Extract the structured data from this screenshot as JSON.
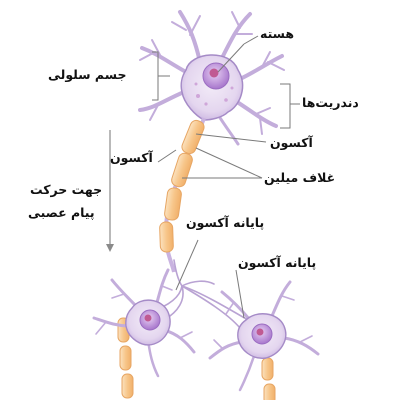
{
  "labels": {
    "nucleus": "هسته",
    "cell_body": "جسم سلولی",
    "dendrites": "دندریت‌ها",
    "axon_right": "آکسون",
    "axon_left": "آکسون",
    "myelin_sheath": "غلاف میلین",
    "signal_direction_line1": "جهت حرکت",
    "signal_direction_line2": "پیام عصبی",
    "axon_terminal_1": "پایانه آکسون",
    "axon_terminal_2": "پایانه آکسون"
  },
  "colors": {
    "cell_fill": "#e7dcf0",
    "cell_stroke": "#a58bc7",
    "nucleus": "#b88ad8",
    "nucleolus": "#c05a92",
    "myelin": "#f6c88e",
    "myelin_stroke": "#e7a664",
    "leader_line": "#7a7a7a"
  }
}
